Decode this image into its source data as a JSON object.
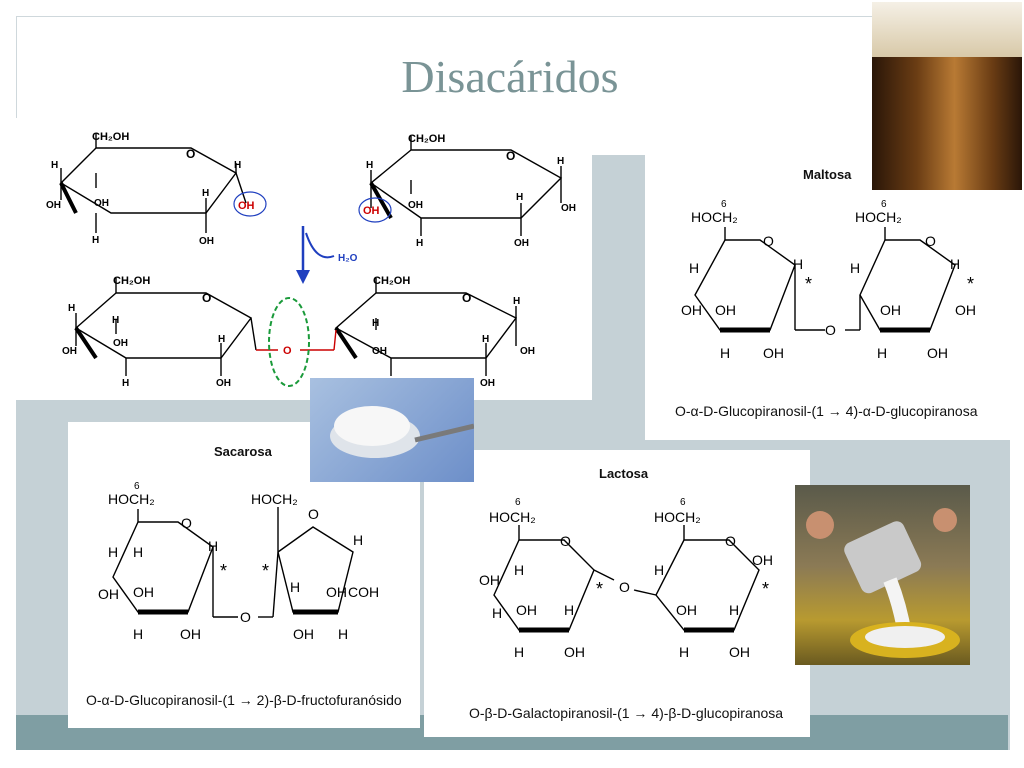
{
  "slide": {
    "title": "Disacáridos"
  },
  "reaction": {
    "ch2oh": "CH₂OH",
    "o": "O",
    "h": "H",
    "oh": "OH",
    "water": "H₂O"
  },
  "maltose": {
    "name": "Maltosa",
    "caption": "O-α-D-Glucopiranosil-(1 → 4)-α-D-glucopiranosa",
    "hoch2": "HOCH₂",
    "six": "6"
  },
  "sucrose": {
    "name": "Sacarosa",
    "caption": "O-α-D-Glucopiranosil-(1 → 2)-β-D-fructofuranósido",
    "hoch2": "HOCH₂",
    "coh": "COH"
  },
  "lactose": {
    "name": "Lactosa",
    "caption": "O-β-D-Galactopiranosil-(1 → 4)-β-D-glucopiranosa",
    "hoch2": "HOCH₂"
  },
  "photos": {
    "beer": "beer-glass",
    "sugar": "sugar-spoon",
    "milk": "milk-pouring"
  },
  "colors": {
    "title": "#7a9496",
    "band_grey": "#c5d1d6",
    "band_dark": "#7f9ea3",
    "highlight_oh": "#cc0000",
    "arrow": "#1f3fbf",
    "ellipse": "#1a9a3a"
  }
}
